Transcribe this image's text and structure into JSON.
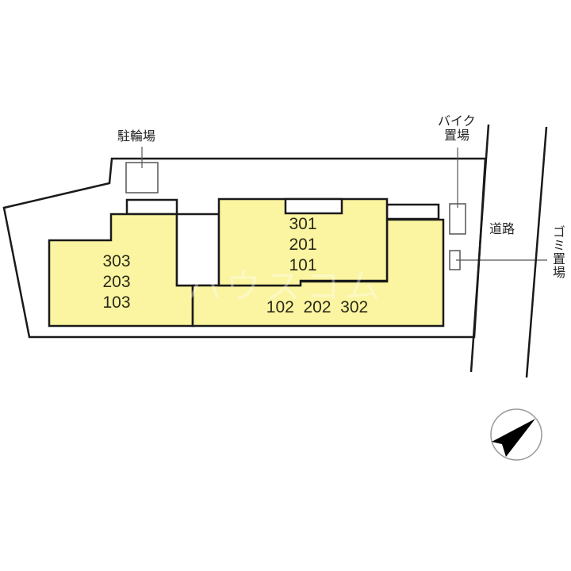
{
  "site_plan": {
    "colors": {
      "building_fill": "#fbf4a0",
      "outline": "#1a1a1a",
      "background": "#ffffff"
    },
    "labels": {
      "bicycle_parking": "駐輪場",
      "motorcycle_parking_line1": "バイク",
      "motorcycle_parking_line2": "置場",
      "road": "道路",
      "garbage_area": "ゴミ置場"
    },
    "buildings": [
      {
        "id": "west",
        "units": [
          "303",
          "203",
          "103"
        ]
      },
      {
        "id": "center",
        "units": [
          "301",
          "201",
          "101"
        ]
      },
      {
        "id": "south",
        "units_text": "102  202  302"
      }
    ],
    "watermark": "ハウスコム",
    "compass": {
      "icon": "north-arrow-icon",
      "direction_deg": 55
    }
  }
}
